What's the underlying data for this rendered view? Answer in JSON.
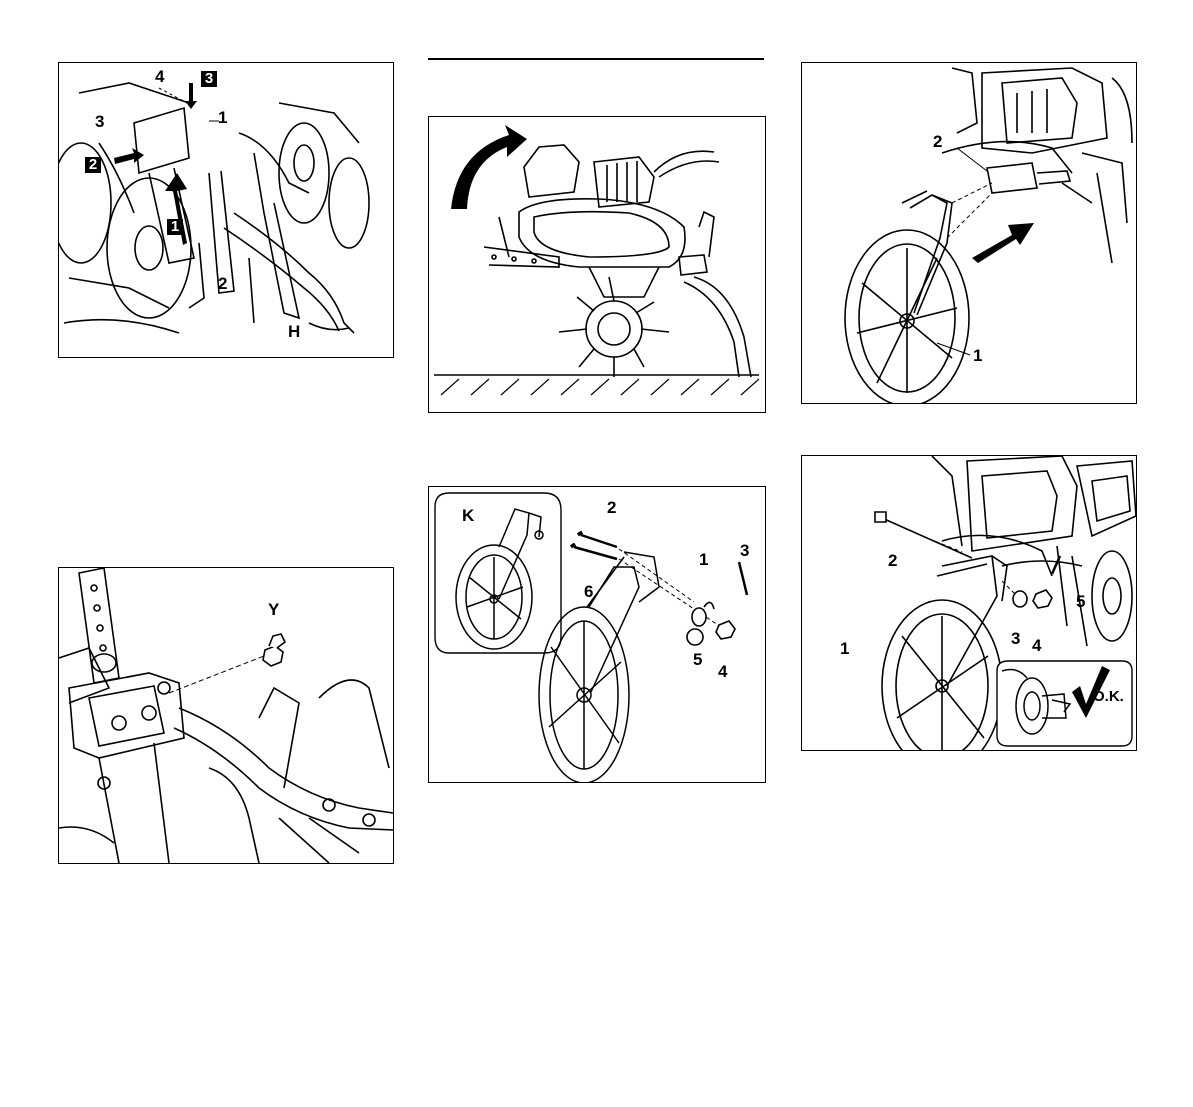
{
  "figure1": {
    "labels": [
      "4",
      "3",
      "1",
      "2",
      "H"
    ],
    "steps": [
      "1",
      "2",
      "3"
    ]
  },
  "figure2": {},
  "figure3": {
    "labels": [
      "2",
      "1"
    ]
  },
  "figure4": {
    "labels": [
      "Y"
    ]
  },
  "figure5": {
    "labels": [
      "K",
      "2",
      "1",
      "3",
      "6",
      "5",
      "4"
    ]
  },
  "figure6": {
    "labels": [
      "2",
      "5",
      "3",
      "4",
      "1"
    ],
    "ok": "O.K."
  }
}
